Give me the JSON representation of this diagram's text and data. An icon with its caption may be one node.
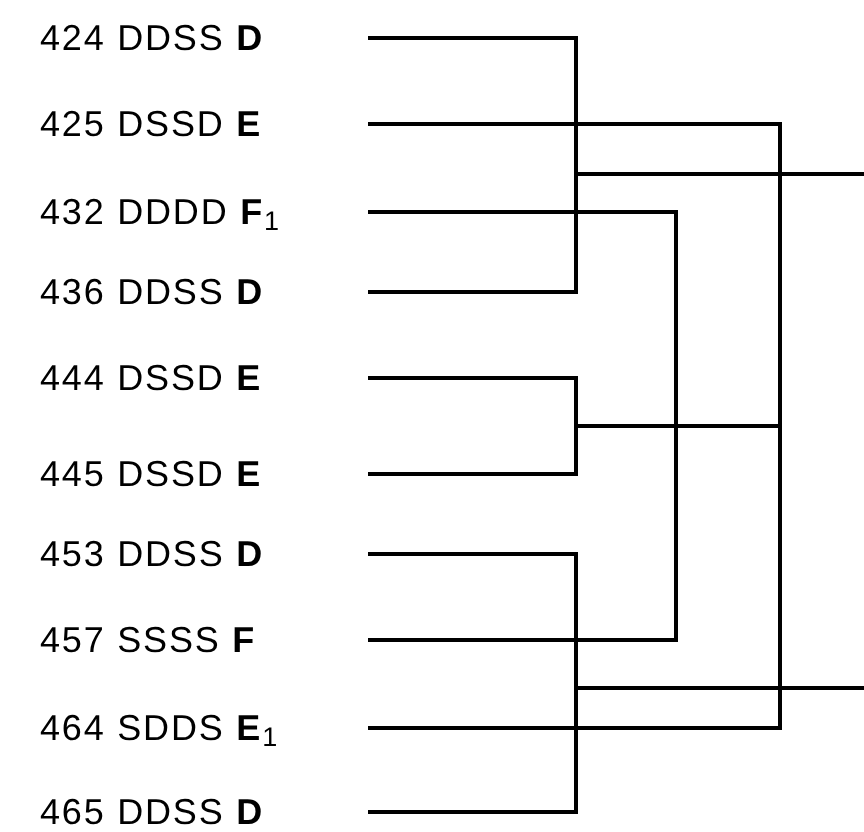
{
  "diagram": {
    "nodes": [
      {
        "text": [
          "424 DDSS **D**"
        ]
      },
      {
        "text": [
          "425 DSSD **E**"
        ]
      },
      {
        "text": [
          "432 DDDD **F**$_{1}$"
        ]
      },
      {
        "text": [
          "436 DDSS **D**"
        ]
      },
      {
        "text": [
          "444 DSSD **E**"
        ]
      },
      {
        "text": [
          "445 DSSD **E**"
        ]
      },
      {
        "text": [
          "453 DDSS **D**"
        ]
      },
      {
        "text": [
          "457 SSSS **F**"
        ]
      },
      {
        "text": [
          "464 SDDS **E**$_{1}$"
        ]
      },
      {
        "text": [
          "465 DDSS **D**"
        ]
      }
    ],
    "edges": [
      {
        "from": 0,
        "to": 3,
        "arrow": "none"
      },
      {
        "from": 1,
        "to": 8,
        "arrow": "none"
      },
      {
        "from": 2,
        "to": 7,
        "arrow": "none"
      },
      {
        "from": 4,
        "to": 5,
        "arrow": "none"
      },
      {
        "from": 6,
        "to": 9,
        "arrow": "none"
      }
    ]
  }
}
